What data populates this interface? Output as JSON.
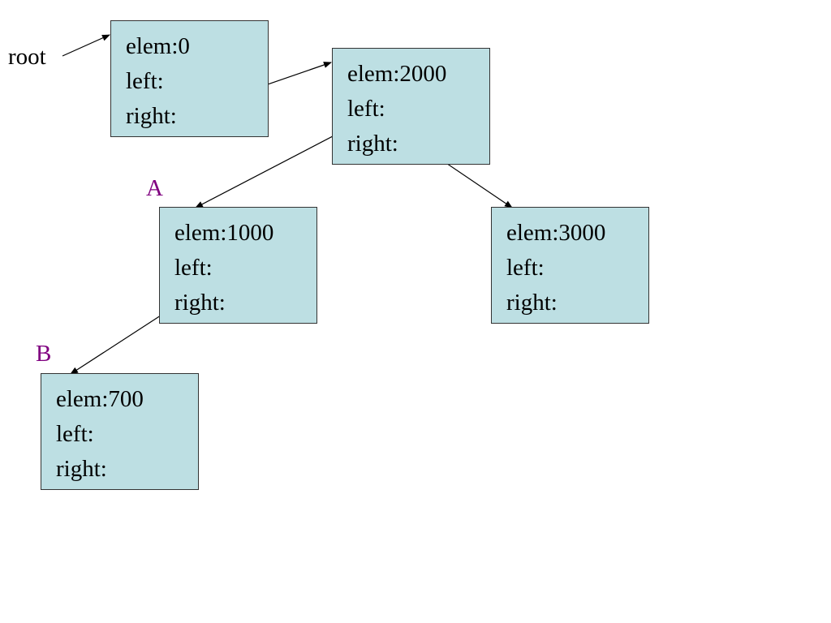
{
  "root_label": "root",
  "markers": {
    "a": {
      "text": "A",
      "color": "#800080"
    },
    "b": {
      "text": "B",
      "color": "#800080"
    }
  },
  "node_fill": "#bddfe3",
  "nodes": {
    "n0": {
      "elem": "elem:0",
      "left": "left:",
      "right": "right:"
    },
    "n2000": {
      "elem": "elem:2000",
      "left": "left:",
      "right": "right:"
    },
    "n1000": {
      "elem": "elem:1000",
      "left": "left:",
      "right": "right:"
    },
    "n3000": {
      "elem": "elem:3000",
      "left": "left:",
      "right": "right:"
    },
    "n700": {
      "elem": "elem:700",
      "left": "left:",
      "right": "right:"
    }
  }
}
